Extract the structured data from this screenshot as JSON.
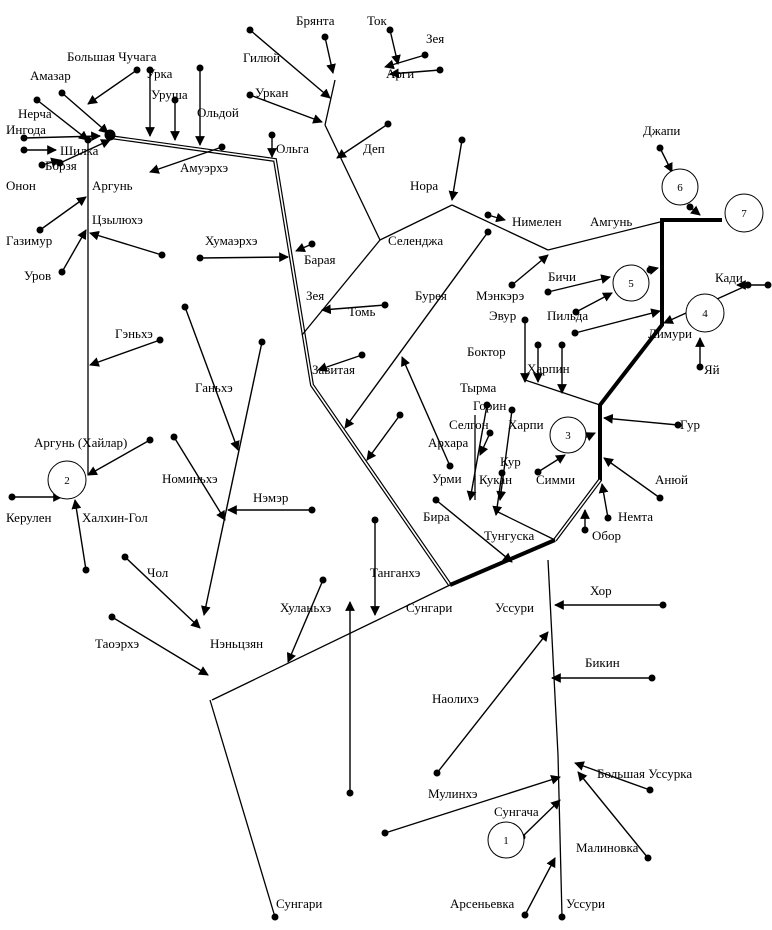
{
  "diagram": {
    "labels": {
      "brjanta": "Брянта",
      "tok": "Ток",
      "zeya_top": "Зея",
      "giljuy": "Гилюй",
      "argi": "Арги",
      "bolshaya_chuchaga": "Большая Чучага",
      "amazar": "Амазар",
      "urka": "Урка",
      "urusha": "Уруша",
      "oldoy": "Ольдой",
      "urkan": "Уркан",
      "nercha": "Нерча",
      "ingoda": "Ингода",
      "shilka": "Шилка",
      "borzya": "Борзя",
      "onon": "Онон",
      "argun": "Аргунь",
      "amuerhe": "Амуэрхэ",
      "olga": "Ольга",
      "dep": "Деп",
      "dzhapi": "Джапи",
      "nora": "Нора",
      "nimelen": "Нимелен",
      "amgun": "Амгунь",
      "gazimur": "Газимур",
      "dzyluyhe": "Цзылюхэ",
      "humaerhe": "Хумаэрхэ",
      "selendzha": "Селенджа",
      "uroz": "Уров",
      "baraya": "Барая",
      "kadi": "Кади",
      "bichi": "Бичи",
      "menkere": "Мэнкэрэ",
      "zeya_mid": "Зея",
      "bureya": "Бурея",
      "evur": "Эвур",
      "pilda": "Пильда",
      "tom": "Томь",
      "genhe": "Гэньхэ",
      "limuri": "Лимури",
      "boktor": "Боктор",
      "zavitaya": "Завитая",
      "harpin": "Харпин",
      "yay": "Яй",
      "ganhe": "Ганьхэ",
      "tyrma": "Тырма",
      "gorin": "Горин",
      "selgon": "Селгон",
      "harpi": "Харпи",
      "gur": "Гур",
      "argun_hailar": "Аргунь (Хайлар)",
      "arhara": "Архара",
      "nominhe": "Номиньхэ",
      "urmi": "Урми",
      "kur": "Кур",
      "kuktan": "Кукан",
      "simmi": "Симми",
      "anyuy": "Анюй",
      "nemer": "Нэмэр",
      "kerulen": "Керулен",
      "halhin_gol": "Халхин-Гол",
      "bira": "Бира",
      "nemta": "Немта",
      "tunguska": "Тунгуска",
      "obor": "Обор",
      "chol": "Чол",
      "tanganhe": "Танганхэ",
      "hulanhe": "Хуланьхэ",
      "sungari_mid": "Сунгари",
      "ussuri_mid": "Уссури",
      "hor": "Хор",
      "taoerhe": "Таоэрхэ",
      "nenczyan": "Нэньцзян",
      "bikin": "Бикин",
      "naolihe": "Наолихэ",
      "bolshaya_ussurka": "Большая Уссурка",
      "mulinhe": "Мулинхэ",
      "sungacha": "Сунгача",
      "malinovka": "Малиновка",
      "sungari_bottom": "Сунгари",
      "arsenyevka": "Арсеньевка",
      "ussuri_bottom": "Уссури"
    },
    "nodes": {
      "n1": "1",
      "n2": "2",
      "n3": "3",
      "n4": "4",
      "n5": "5",
      "n6": "6",
      "n7": "7"
    }
  }
}
